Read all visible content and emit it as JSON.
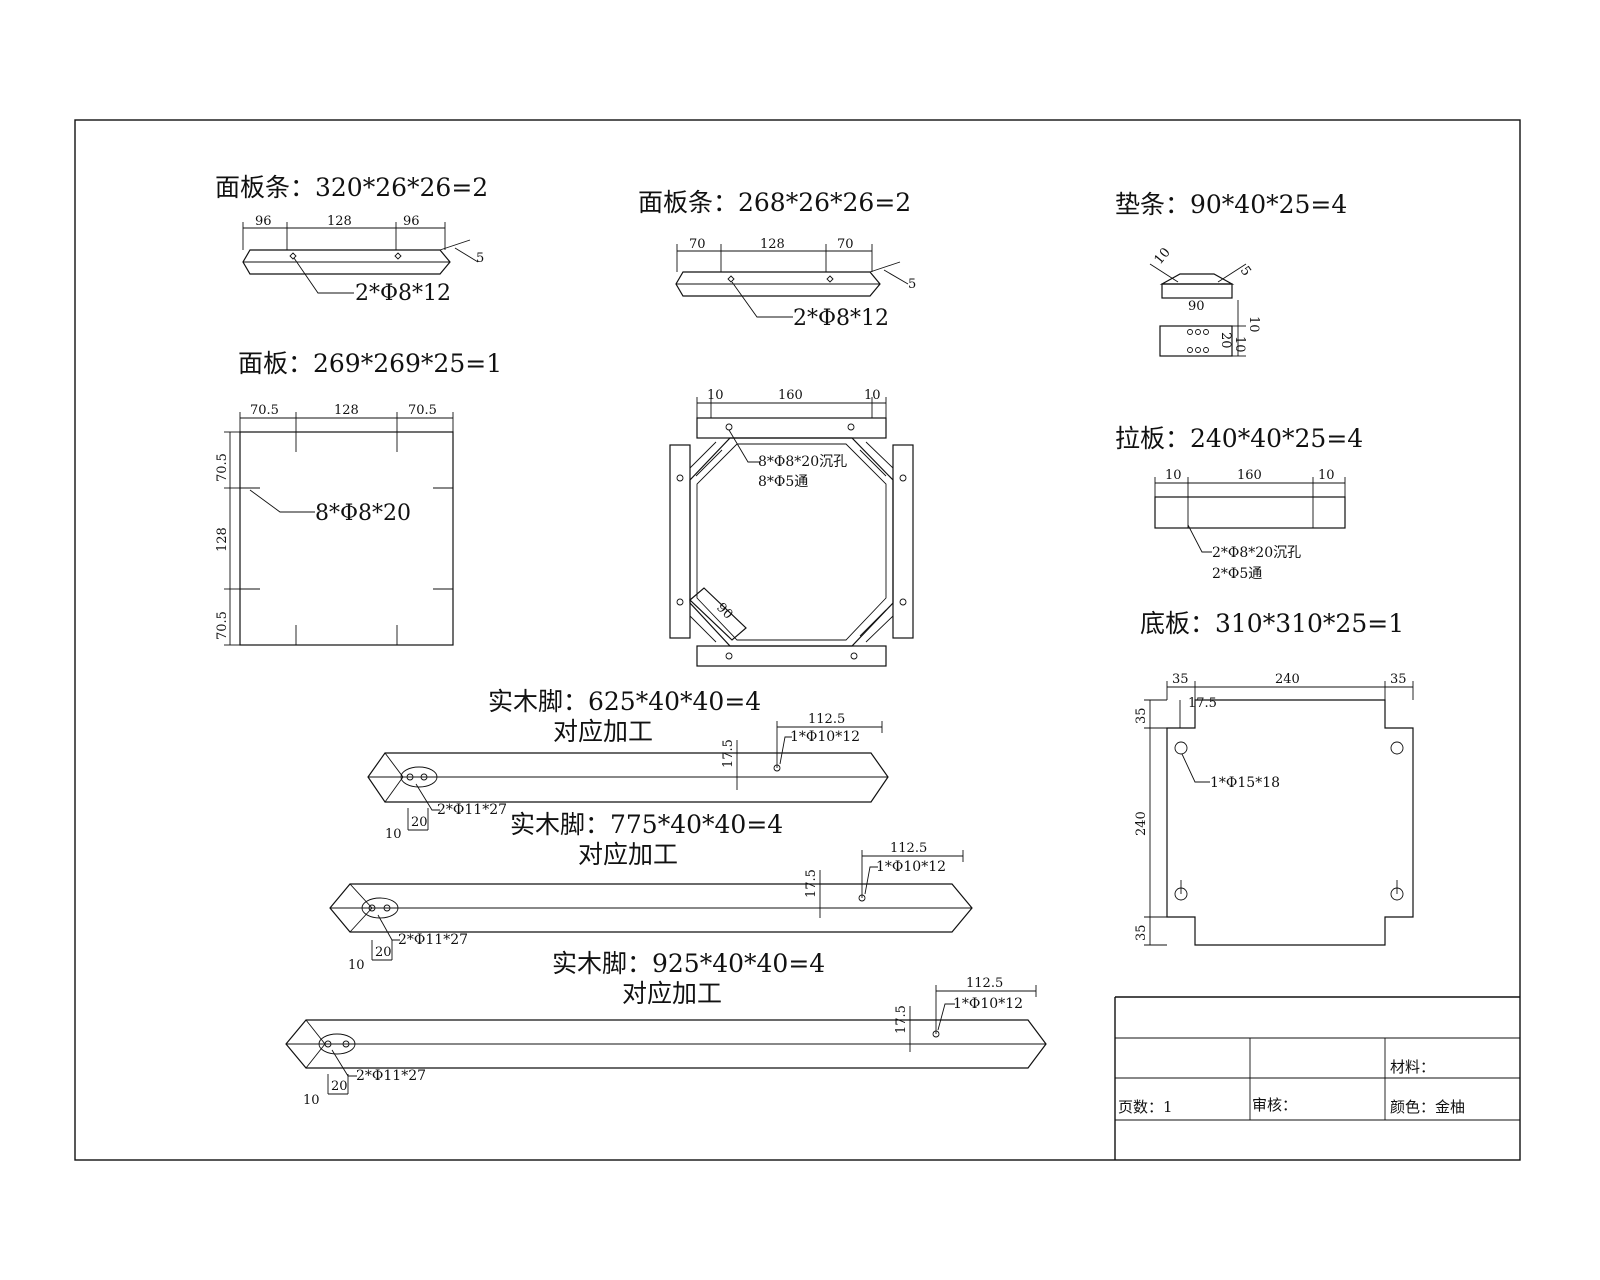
{
  "parts": {
    "panel_strip_320": {
      "title": "面板条：320*26*26=2",
      "dims": [
        "96",
        "128",
        "96"
      ],
      "hole": "2*Φ8*12",
      "chamfer": "5"
    },
    "panel_strip_268": {
      "title": "面板条：268*26*26=2",
      "dims": [
        "70",
        "128",
        "70"
      ],
      "hole": "2*Φ8*12",
      "chamfer": "5"
    },
    "spacer": {
      "title": "垫条：90*40*25=4",
      "dims": [
        "10",
        "5",
        "90",
        "10",
        "20",
        "10"
      ]
    },
    "panel": {
      "title": "面板：269*269*25=1",
      "dims": [
        "70.5",
        "128",
        "70.5"
      ],
      "vdims": [
        "70.5",
        "128",
        "70.5"
      ],
      "hole": "8*Φ8*20"
    },
    "frame": {
      "dims": [
        "10",
        "160",
        "10"
      ],
      "hole1": "8*Φ8*20沉孔",
      "hole2": "8*Φ5通",
      "diag": "90"
    },
    "pull_board": {
      "title": "拉板：240*40*25=4",
      "dims": [
        "10",
        "160",
        "10"
      ],
      "hole1": "2*Φ8*20沉孔",
      "hole2": "2*Φ5通"
    },
    "base": {
      "title": "底板：310*310*25=1",
      "dims": [
        "35",
        "240",
        "35"
      ],
      "vdims": [
        "35",
        "240",
        "35"
      ],
      "offset": "17.5",
      "hole": "1*Φ15*18"
    },
    "legs": [
      {
        "title": "实木脚：625*40*40=4",
        "sub": "对应加工",
        "dim_top": "112.5",
        "dim_v": "17.5",
        "hole_top": "1*Φ10*12",
        "hole_end": "2*Φ11*27",
        "d10": "10",
        "d20": "20"
      },
      {
        "title": "实木脚：775*40*40=4",
        "sub": "对应加工",
        "dim_top": "112.5",
        "dim_v": "17.5",
        "hole_top": "1*Φ10*12",
        "hole_end": "2*Φ11*27",
        "d10": "10",
        "d20": "20"
      },
      {
        "title": "实木脚：925*40*40=4",
        "sub": "对应加工",
        "dim_top": "112.5",
        "dim_v": "17.5",
        "hole_top": "1*Φ10*12",
        "hole_end": "2*Φ11*27",
        "d10": "10",
        "d20": "20"
      }
    ]
  },
  "title_block": {
    "material_label": "材料：",
    "page_label": "页数：1",
    "review_label": "审核：",
    "color_label": "颜色：金柚"
  }
}
